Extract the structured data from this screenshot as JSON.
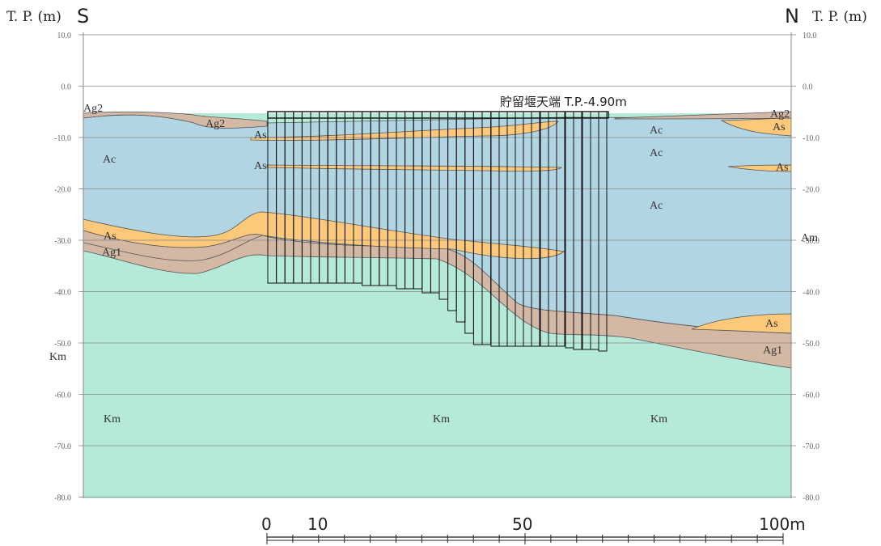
{
  "axis": {
    "left_title": "T. P. (m)",
    "right_title": "T. P. (m)",
    "south_label": "S",
    "north_label": "N",
    "left_ticks": [
      "10.0",
      "0.0",
      "-10.0",
      "-20.0",
      "-30.0",
      "-40.0",
      "-50.0",
      "-60.0",
      "-70.0",
      "-80.0"
    ],
    "right_ticks": [
      "10.0",
      "0.0",
      "-10.0",
      "-20.0",
      "-30.0",
      "-40.0",
      "-50.0",
      "-60.0",
      "-70.0",
      "-80.0"
    ]
  },
  "annotation": {
    "crest": "貯留堰天端 T.P.-4.90m"
  },
  "layers": {
    "ag2_left": "Ag2",
    "ag2_mid": "Ag2",
    "ag2_right": "Ag2",
    "ac_left": "Ac",
    "ac_right_1": "Ac",
    "ac_right_2": "Ac",
    "ac_right_3": "Ac",
    "as_upper": "As",
    "as_mid": "As",
    "as_right_top": "As",
    "as_right_mid": "As",
    "as_right_low": "As",
    "as_lower_left": "As",
    "ag1_left": "Ag1",
    "ag1_right": "Ag1",
    "am_right": "Am",
    "km_side": "Km",
    "km_1": "Km",
    "km_2": "Km",
    "km_3": "Km"
  },
  "scale": {
    "labels": [
      "0",
      "10",
      "50",
      "100m"
    ]
  },
  "colors": {
    "sky": "#ffffff",
    "clay_ac": "#b2d5e3",
    "sand_as": "#fcc87a",
    "gravel_ag": "#d4b8a6",
    "bedrock_km": "#b5e9d8",
    "grid": "#888888",
    "wall": "#111111"
  }
}
